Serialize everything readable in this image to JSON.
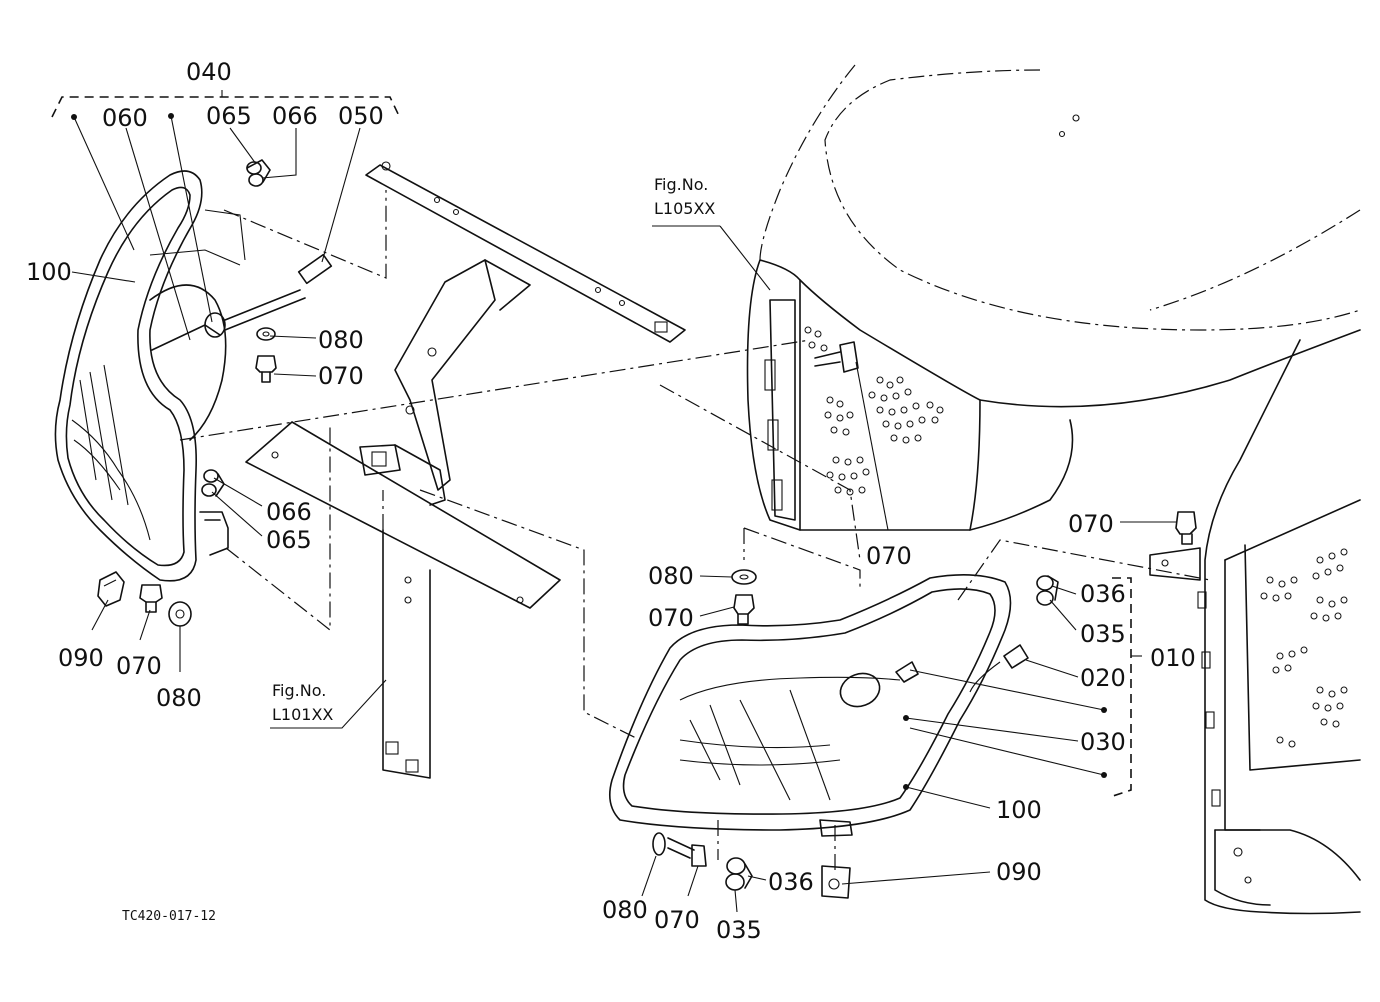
{
  "diagram": {
    "drawing_code": "TC420-017-12",
    "figure_refs": [
      {
        "id": "ref-l105",
        "line1": "Fig.No.",
        "line2": "L105XX"
      },
      {
        "id": "ref-l101",
        "line1": "Fig.No.",
        "line2": "L101XX"
      }
    ],
    "part_labels": [
      {
        "id": "p040",
        "text": "040"
      },
      {
        "id": "p060",
        "text": "060"
      },
      {
        "id": "p065a",
        "text": "065"
      },
      {
        "id": "p066a",
        "text": "066"
      },
      {
        "id": "p050",
        "text": "050"
      },
      {
        "id": "p100a",
        "text": "100"
      },
      {
        "id": "p080a",
        "text": "080"
      },
      {
        "id": "p070a",
        "text": "070"
      },
      {
        "id": "p066b",
        "text": "066"
      },
      {
        "id": "p065b",
        "text": "065"
      },
      {
        "id": "p090a",
        "text": "090"
      },
      {
        "id": "p070b",
        "text": "070"
      },
      {
        "id": "p080b",
        "text": "080"
      },
      {
        "id": "p070c",
        "text": "070"
      },
      {
        "id": "p070d",
        "text": "070"
      },
      {
        "id": "p080c",
        "text": "080"
      },
      {
        "id": "p070e",
        "text": "070"
      },
      {
        "id": "p036a",
        "text": "036"
      },
      {
        "id": "p035a",
        "text": "035"
      },
      {
        "id": "p010",
        "text": "010"
      },
      {
        "id": "p020",
        "text": "020"
      },
      {
        "id": "p030",
        "text": "030"
      },
      {
        "id": "p100b",
        "text": "100"
      },
      {
        "id": "p090b",
        "text": "090"
      },
      {
        "id": "p036b",
        "text": "036"
      },
      {
        "id": "p080d",
        "text": "080"
      },
      {
        "id": "p070f",
        "text": "070"
      },
      {
        "id": "p035b",
        "text": "035"
      }
    ]
  }
}
